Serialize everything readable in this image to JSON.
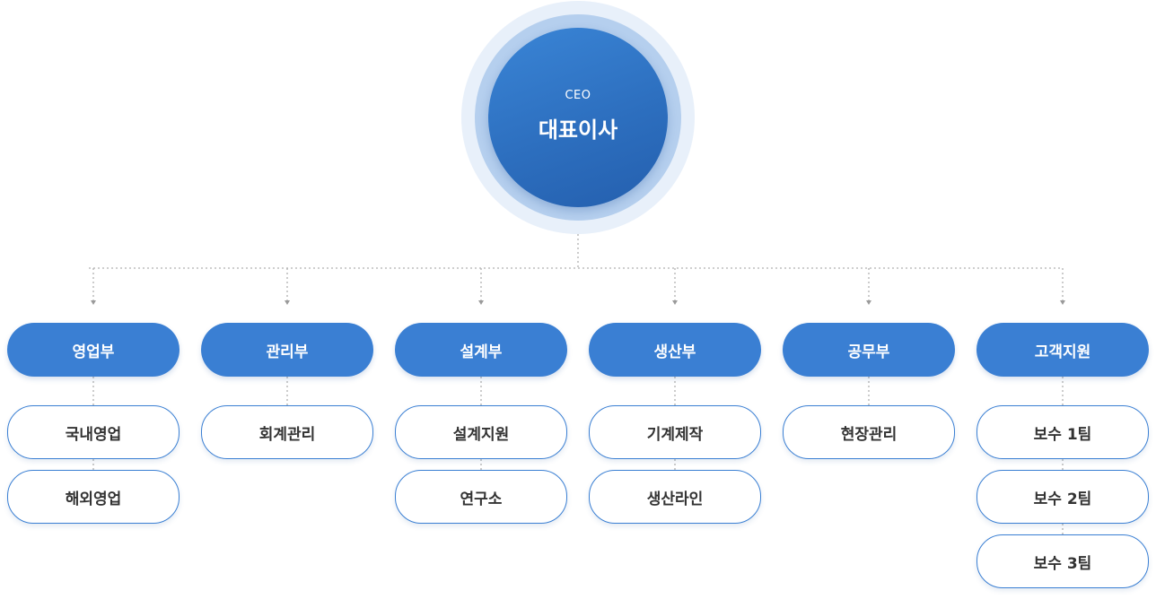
{
  "ceo": {
    "subtitle": "CEO",
    "title": "대표이사"
  },
  "departments": [
    {
      "name": "영업부",
      "teams": [
        "국내영업",
        "해외영업"
      ]
    },
    {
      "name": "관리부",
      "teams": [
        "회계관리"
      ]
    },
    {
      "name": "설계부",
      "teams": [
        "설계지원",
        "연구소"
      ]
    },
    {
      "name": "생산부",
      "teams": [
        "기계제작",
        "생산라인"
      ]
    },
    {
      "name": "공무부",
      "teams": [
        "현장관리"
      ]
    },
    {
      "name": "고객지원",
      "teams": [
        "보수 1팀",
        "보수 2팀",
        "보수 3팀"
      ]
    }
  ],
  "colors": {
    "primary": "#3a7fd3",
    "ring_outer": "#e8f0fa",
    "ring_inner": "#b5cfee",
    "connector": "#b0b0b0"
  }
}
